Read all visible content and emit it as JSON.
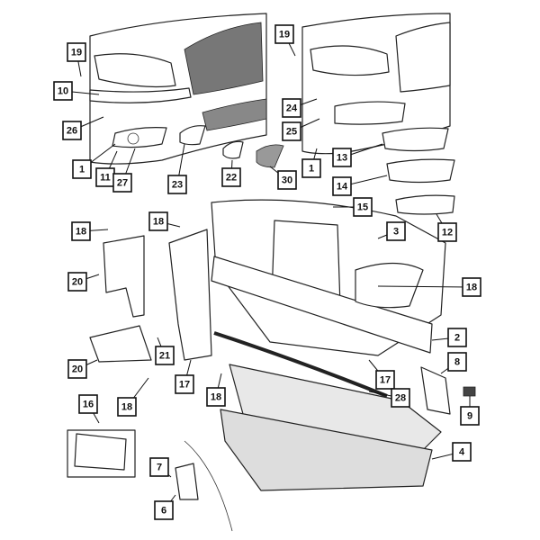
{
  "diagram": {
    "title": "Front bumper fascia and components exploded parts diagram",
    "callouts": [
      {
        "id": "c1",
        "number": "19"
      },
      {
        "id": "c2",
        "number": "10"
      },
      {
        "id": "c3",
        "number": "26"
      },
      {
        "id": "c4",
        "number": "1"
      },
      {
        "id": "c5",
        "number": "11"
      },
      {
        "id": "c6",
        "number": "27"
      },
      {
        "id": "c7",
        "number": "23"
      },
      {
        "id": "c8",
        "number": "22"
      },
      {
        "id": "c9",
        "number": "30"
      },
      {
        "id": "c10",
        "number": "19"
      },
      {
        "id": "c11",
        "number": "24"
      },
      {
        "id": "c12",
        "number": "25"
      },
      {
        "id": "c13",
        "number": "1"
      },
      {
        "id": "c14",
        "number": "13"
      },
      {
        "id": "c15",
        "number": "14"
      },
      {
        "id": "c16",
        "number": "15"
      },
      {
        "id": "c17",
        "number": "12"
      },
      {
        "id": "c18",
        "number": "3"
      },
      {
        "id": "c19",
        "number": "18"
      },
      {
        "id": "c20",
        "number": "18"
      },
      {
        "id": "c21",
        "number": "20"
      },
      {
        "id": "c22",
        "number": "20"
      },
      {
        "id": "c23",
        "number": "21"
      },
      {
        "id": "c24",
        "number": "17"
      },
      {
        "id": "c25",
        "number": "18"
      },
      {
        "id": "c26",
        "number": "18"
      },
      {
        "id": "c27",
        "number": "16"
      },
      {
        "id": "c28",
        "number": "7"
      },
      {
        "id": "c29",
        "number": "6"
      },
      {
        "id": "c30",
        "number": "2"
      },
      {
        "id": "c31",
        "number": "18"
      },
      {
        "id": "c32",
        "number": "17"
      },
      {
        "id": "c33",
        "number": "28"
      },
      {
        "id": "c34",
        "number": "8"
      },
      {
        "id": "c35",
        "number": "9"
      },
      {
        "id": "c36",
        "number": "4"
      }
    ]
  }
}
